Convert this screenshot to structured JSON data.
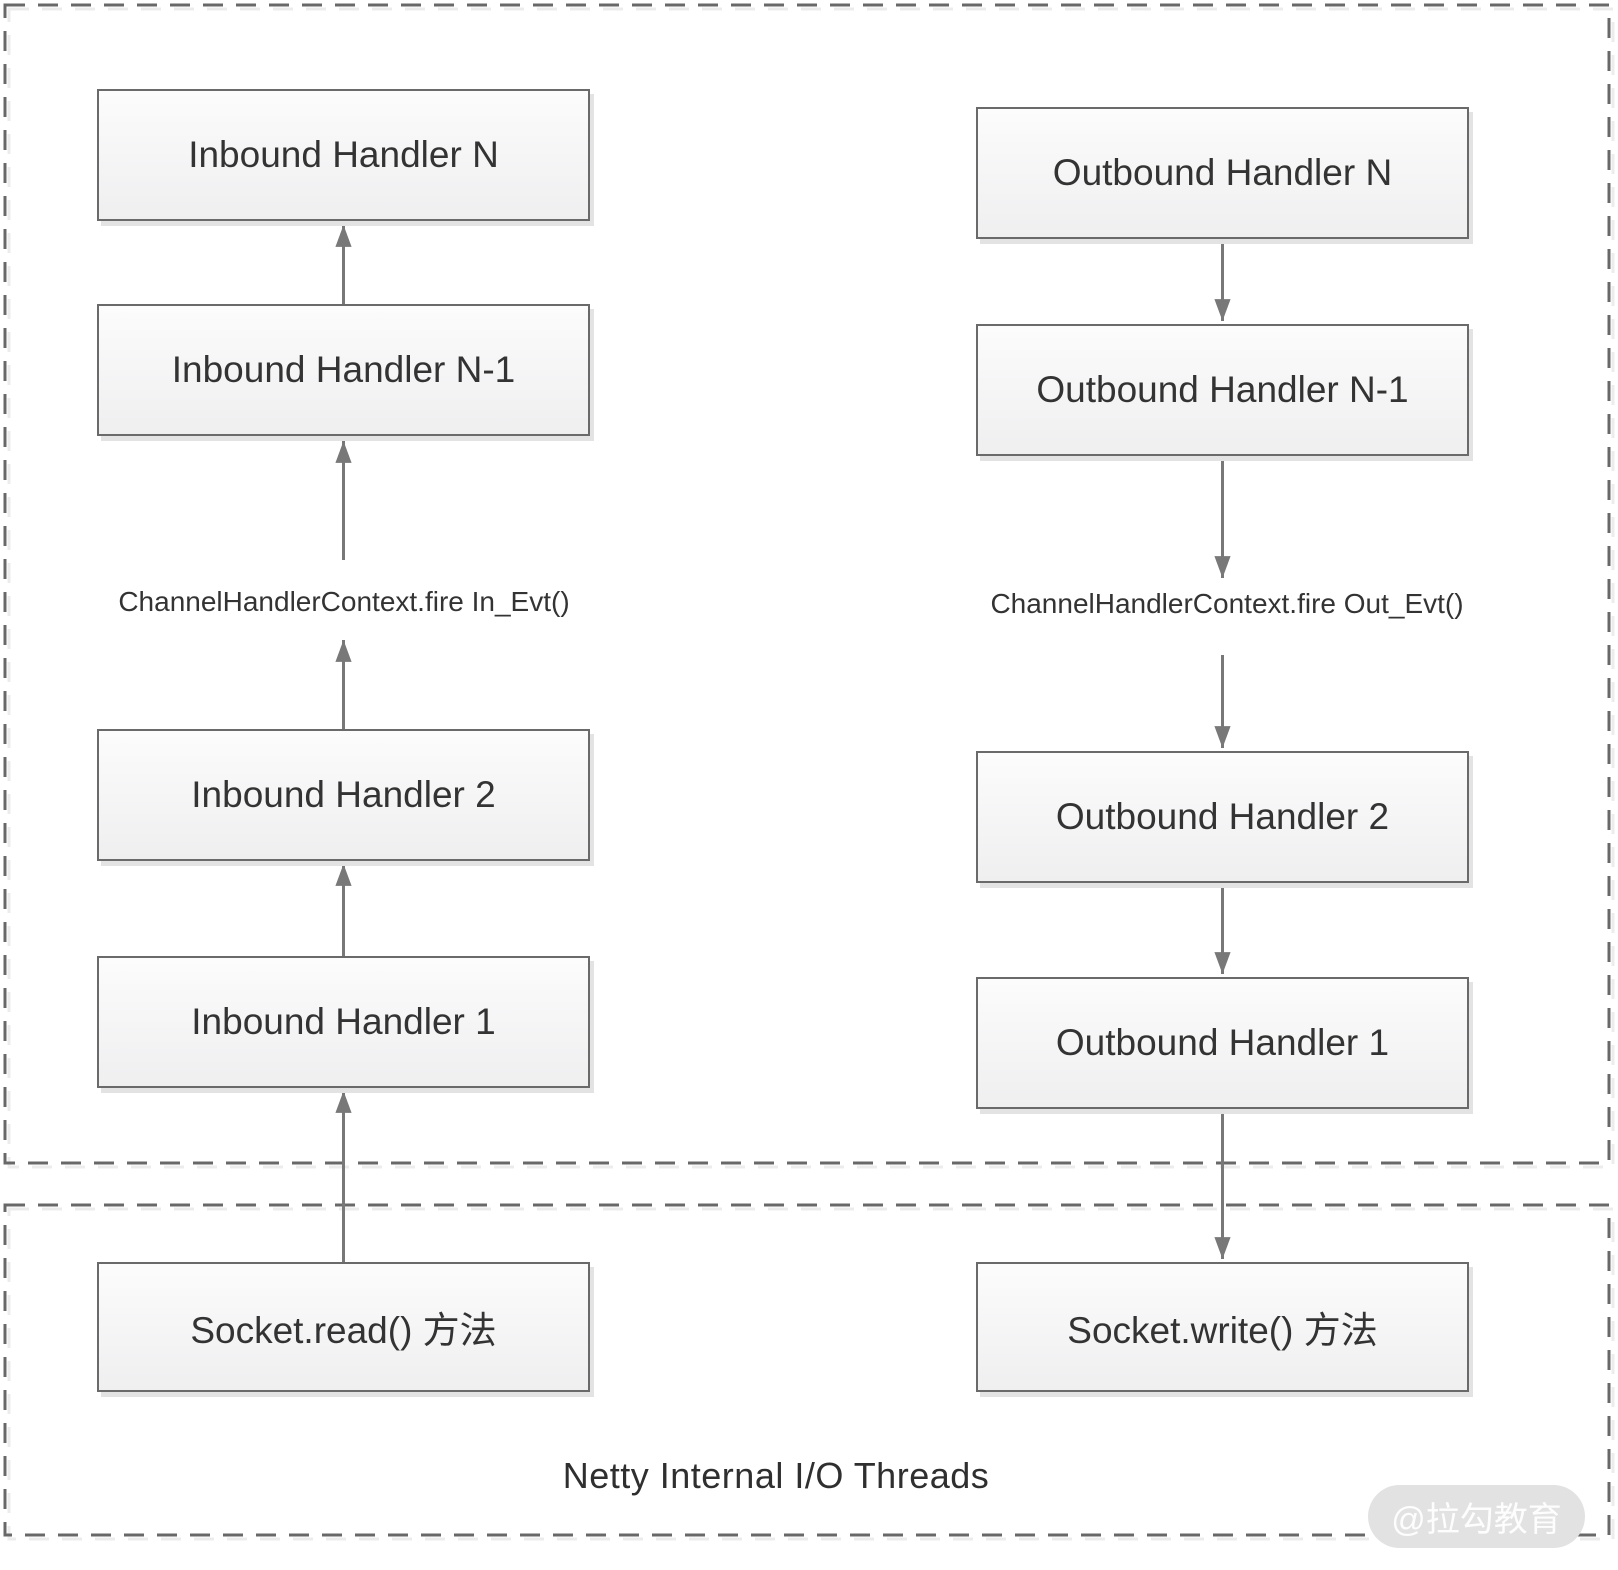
{
  "diagram": {
    "title": "Netty Internal I/O Threads",
    "watermark": "@拉勾教育",
    "inbound": {
      "fire_label": "ChannelHandlerContext.fire In_Evt()",
      "boxes": [
        "Inbound Handler N",
        "Inbound Handler N-1",
        "Inbound Handler 2",
        "Inbound Handler 1",
        "Socket.read() 方法"
      ]
    },
    "outbound": {
      "fire_label": "ChannelHandlerContext.fire Out_Evt()",
      "boxes": [
        "Outbound Handler N",
        "Outbound Handler N-1",
        "Outbound Handler 2",
        "Outbound Handler 1",
        "Socket.write() 方法"
      ]
    },
    "colors": {
      "box_border": "#6a6a6a",
      "arrow": "#787878",
      "dashed_border": "#686868",
      "text": "#333333",
      "watermark_bg": "#e2e2e2",
      "watermark_text": "#fdfdfd"
    }
  }
}
